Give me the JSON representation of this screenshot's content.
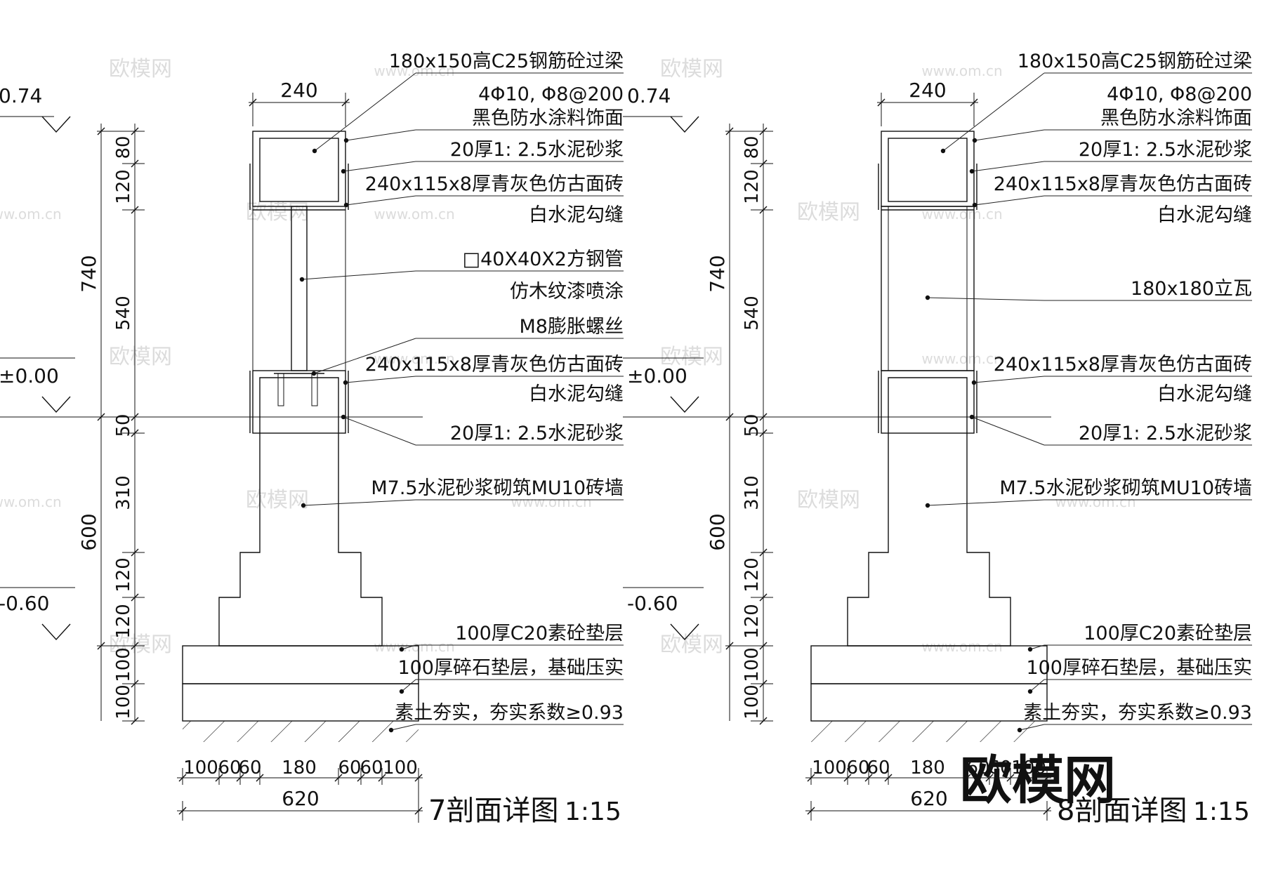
{
  "watermark": {
    "cn": "欧模网",
    "url": "www.om.cn",
    "corner_logo": "欧模网"
  },
  "section_left": {
    "title": "7剖面详图",
    "scale": "1:15",
    "levels": [
      "0.74",
      "±0.00",
      "-0.60"
    ],
    "top_width": "240",
    "dims_left_outer": [
      "740",
      "600"
    ],
    "dims_left_inner": [
      "80",
      "120",
      "540",
      "50",
      "310",
      "120",
      "120",
      "100",
      "100"
    ],
    "dims_bottom": [
      "100",
      "60",
      "60",
      "180",
      "60",
      "60",
      "100"
    ],
    "dim_total": "620",
    "labels": [
      "180x150高C25钢筋砼过梁",
      "4Φ10, Φ8@200",
      "黑色防水涂料饰面",
      "20厚1: 2.5水泥砂浆",
      "240x115x8厚青灰色仿古面砖",
      "白水泥勾缝",
      "□40X40X2方钢管",
      "仿木纹漆喷涂",
      "M8膨胀螺丝",
      "240x115x8厚青灰色仿古面砖",
      "白水泥勾缝",
      "20厚1: 2.5水泥砂浆",
      "M7.5水泥砂浆砌筑MU10砖墙",
      "100厚C20素砼垫层",
      "100厚碎石垫层，基础压实",
      "素土夯实，夯实系数≥0.93"
    ]
  },
  "section_right": {
    "title": "8剖面详图",
    "scale": "1:15",
    "levels": [
      "0.74",
      "±0.00",
      "-0.60"
    ],
    "top_width": "240",
    "dims_left_outer": [
      "740",
      "600"
    ],
    "dims_left_inner": [
      "80",
      "120",
      "540",
      "50",
      "310",
      "120",
      "120",
      "100",
      "100"
    ],
    "dims_bottom": [
      "100",
      "60",
      "60",
      "180",
      "60",
      "60",
      "100"
    ],
    "dim_total": "620",
    "labels": [
      "180x150高C25钢筋砼过梁",
      "4Φ10, Φ8@200",
      "黑色防水涂料饰面",
      "20厚1: 2.5水泥砂浆",
      "240x115x8厚青灰色仿古面砖",
      "白水泥勾缝",
      "180x180立瓦",
      "240x115x8厚青灰色仿古面砖",
      "白水泥勾缝",
      "20厚1: 2.5水泥砂浆",
      "M7.5水泥砂浆砌筑MU10砖墙",
      "100厚C20素砼垫层",
      "100厚碎石垫层，基础压实",
      "素土夯实，夯实系数≥0.93"
    ]
  }
}
